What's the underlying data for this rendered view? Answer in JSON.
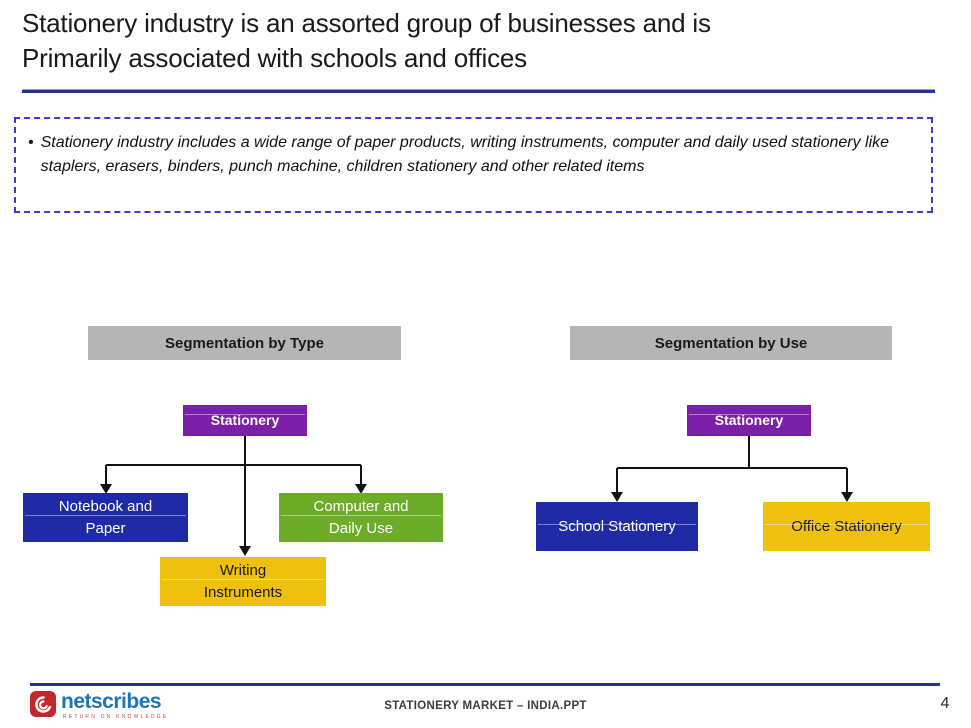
{
  "slide": {
    "title": "Stationery industry is an assorted group of businesses and is\nPrimarily associated with schools and offices"
  },
  "callout": {
    "bullet": "•",
    "text": "Stationery industry includes a wide range of paper products, writing instruments, computer and daily used stationery like staplers, erasers, binders, punch machine, children stationery and other related items"
  },
  "diagrams": [
    {
      "header": "Segmentation by Type",
      "root": "Stationery",
      "children": [
        "Notebook and\nPaper",
        "Writing\nInstruments",
        "Computer and\nDaily Use"
      ]
    },
    {
      "header": "Segmentation by Use",
      "root": "Stationery",
      "children": [
        "School Stationery",
        "Office Stationery"
      ]
    }
  ],
  "footer": {
    "brand": "netscribes",
    "brand_tagline": "RETURN ON KNOWLEDGE",
    "document_label": "STATIONERY MARKET – INDIA.PPT",
    "page_number": "4"
  },
  "colors": {
    "accent_navy": "#2B3190",
    "root_purple": "#7A20A8",
    "node_blue": "#1F2BA5",
    "node_green": "#6CAC28",
    "node_gold": "#F0C00E",
    "header_gray": "#B5B5B5",
    "callout_border_blue": "#3C3CC8",
    "brand_red": "#C2262E",
    "brand_blue": "#1C75B5"
  }
}
